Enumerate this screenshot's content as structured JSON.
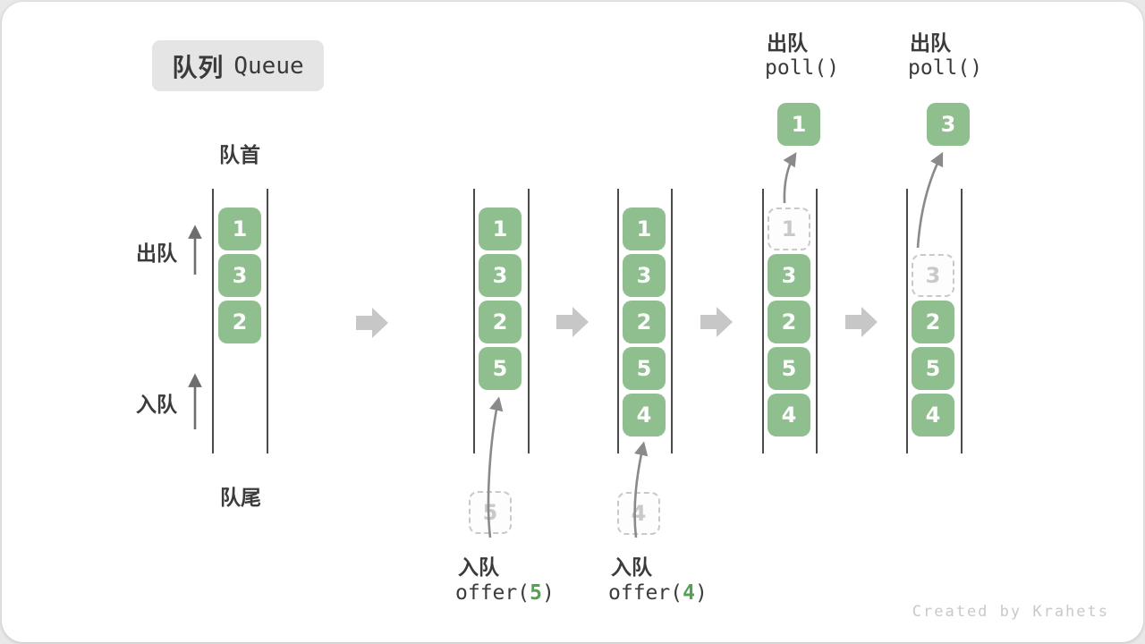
{
  "title": {
    "zh": "队列",
    "en": "Queue"
  },
  "side": {
    "front": "队首",
    "rear": "队尾",
    "dequeue": "出队",
    "enqueue": "入队"
  },
  "queues": [
    {
      "cells": [
        {
          "v": "1"
        },
        {
          "v": "3"
        },
        {
          "v": "2"
        }
      ]
    },
    {
      "cells": [
        {
          "v": "1"
        },
        {
          "v": "3"
        },
        {
          "v": "2"
        },
        {
          "v": "5"
        }
      ],
      "pending": "5",
      "op_label": "入队",
      "op_pre": "offer(",
      "op_arg": "5",
      "op_post": ")"
    },
    {
      "cells": [
        {
          "v": "1"
        },
        {
          "v": "3"
        },
        {
          "v": "2"
        },
        {
          "v": "5"
        },
        {
          "v": "4"
        }
      ],
      "pending": "4",
      "op_label": "入队",
      "op_pre": "offer(",
      "op_arg": "4",
      "op_post": ")"
    },
    {
      "ghost": "1",
      "cells": [
        {
          "v": "3"
        },
        {
          "v": "2"
        },
        {
          "v": "5"
        },
        {
          "v": "4"
        }
      ],
      "popped": "1",
      "op_label": "出队",
      "op_code": "poll()"
    },
    {
      "ghost": "3",
      "cells": [
        {
          "v": "2"
        },
        {
          "v": "5"
        },
        {
          "v": "4"
        }
      ],
      "popped": "3",
      "op_label": "出队",
      "op_code": "poll()"
    }
  ],
  "watermark": "Created by Krahets",
  "colors": {
    "box_green": "#8fbe8f",
    "code_green": "#54a054",
    "block_arrow": "#c7c7c7",
    "thin_arrow": "#7a7a7a"
  }
}
